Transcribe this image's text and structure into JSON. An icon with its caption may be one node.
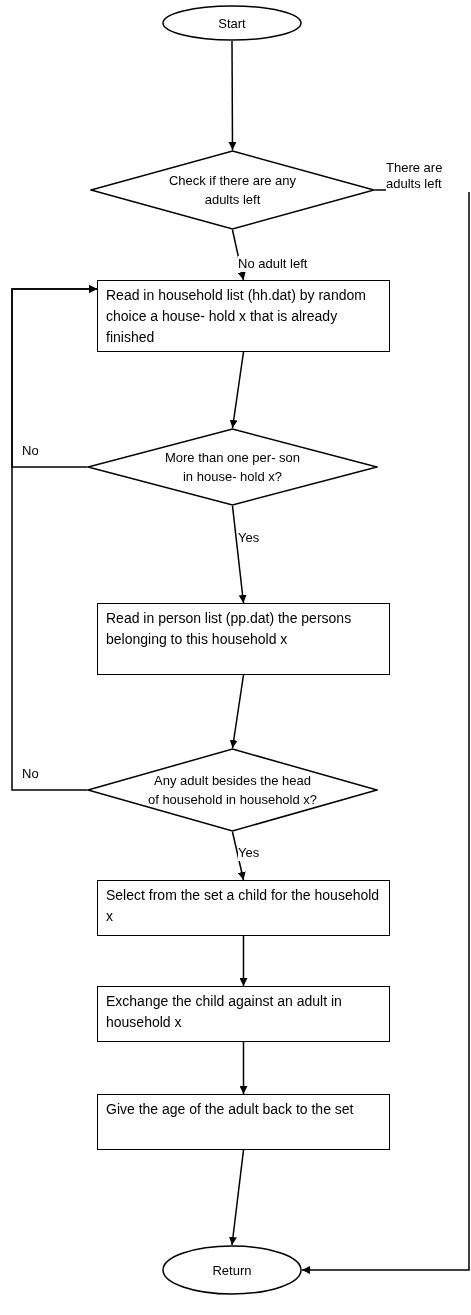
{
  "diagram": {
    "nodes": [
      {
        "text": [
          "Start"
        ]
      },
      {
        "text": [
          "Check if there are any adults left"
        ]
      },
      {
        "text": [
          "Read in household list (hh.dat) by random choice a house- hold x that is already finished"
        ]
      },
      {
        "text": [
          "More than one per- son in house- hold x?"
        ]
      },
      {
        "text": [
          "Read in person list (pp.dat) the persons belonging to this household x"
        ]
      },
      {
        "text": [
          "Any adult besides the head of household in household x?"
        ]
      },
      {
        "text": [
          "Select from the set a child for the household x"
        ]
      },
      {
        "text": [
          "Exchange the child against an adult in household x"
        ]
      },
      {
        "text": [
          "Give the age of the adult back to the set"
        ]
      },
      {
        "text": [
          "Return"
        ]
      }
    ],
    "edges": [
      {
        "from": 0,
        "to": 1,
        "arrow": "to"
      },
      {
        "from": 1,
        "to": 2,
        "arrow": "to",
        "label": "No adult left"
      },
      {
        "from": 2,
        "to": 3,
        "arrow": "to"
      },
      {
        "from": 3,
        "to": 4,
        "arrow": "to",
        "label": "Yes"
      },
      {
        "from": 3,
        "to": 2,
        "arrow": "to",
        "label": "No"
      },
      {
        "from": 4,
        "to": 5,
        "arrow": "to"
      },
      {
        "from": 5,
        "to": 6,
        "arrow": "to",
        "label": "Yes"
      },
      {
        "from": 5,
        "to": 2,
        "arrow": "to",
        "label": "No"
      },
      {
        "from": 6,
        "to": 7,
        "arrow": "to"
      },
      {
        "from": 7,
        "to": 8,
        "arrow": "to"
      },
      {
        "from": 8,
        "to": 9,
        "arrow": "to"
      },
      {
        "from": 1,
        "to": 9,
        "arrow": "to",
        "label": "There are adults left"
      }
    ]
  }
}
